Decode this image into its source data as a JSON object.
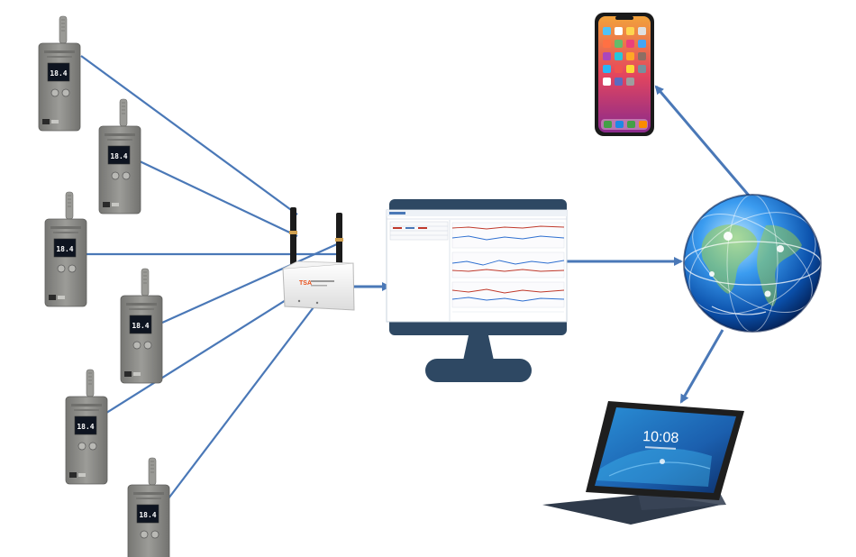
{
  "sensor": {
    "reading": "18.4",
    "reading_sub": "%",
    "count": 6
  },
  "gateway": {
    "brand": "TSA"
  },
  "tablet": {
    "time": "10:08"
  },
  "colors": {
    "connector": "#4a78b7",
    "monitor": "#2e4863",
    "sensor_body": "#8d8d8a",
    "gateway_accent": "#e8501a",
    "globe": "#0b5fc8"
  },
  "icons": {
    "sensor": "thermo-hygrometer-sensor-icon",
    "gateway": "wireless-gateway-router-icon",
    "monitor": "desktop-monitor-icon",
    "globe": "internet-globe-icon",
    "phone": "smartphone-icon",
    "tablet": "tablet-icon"
  }
}
